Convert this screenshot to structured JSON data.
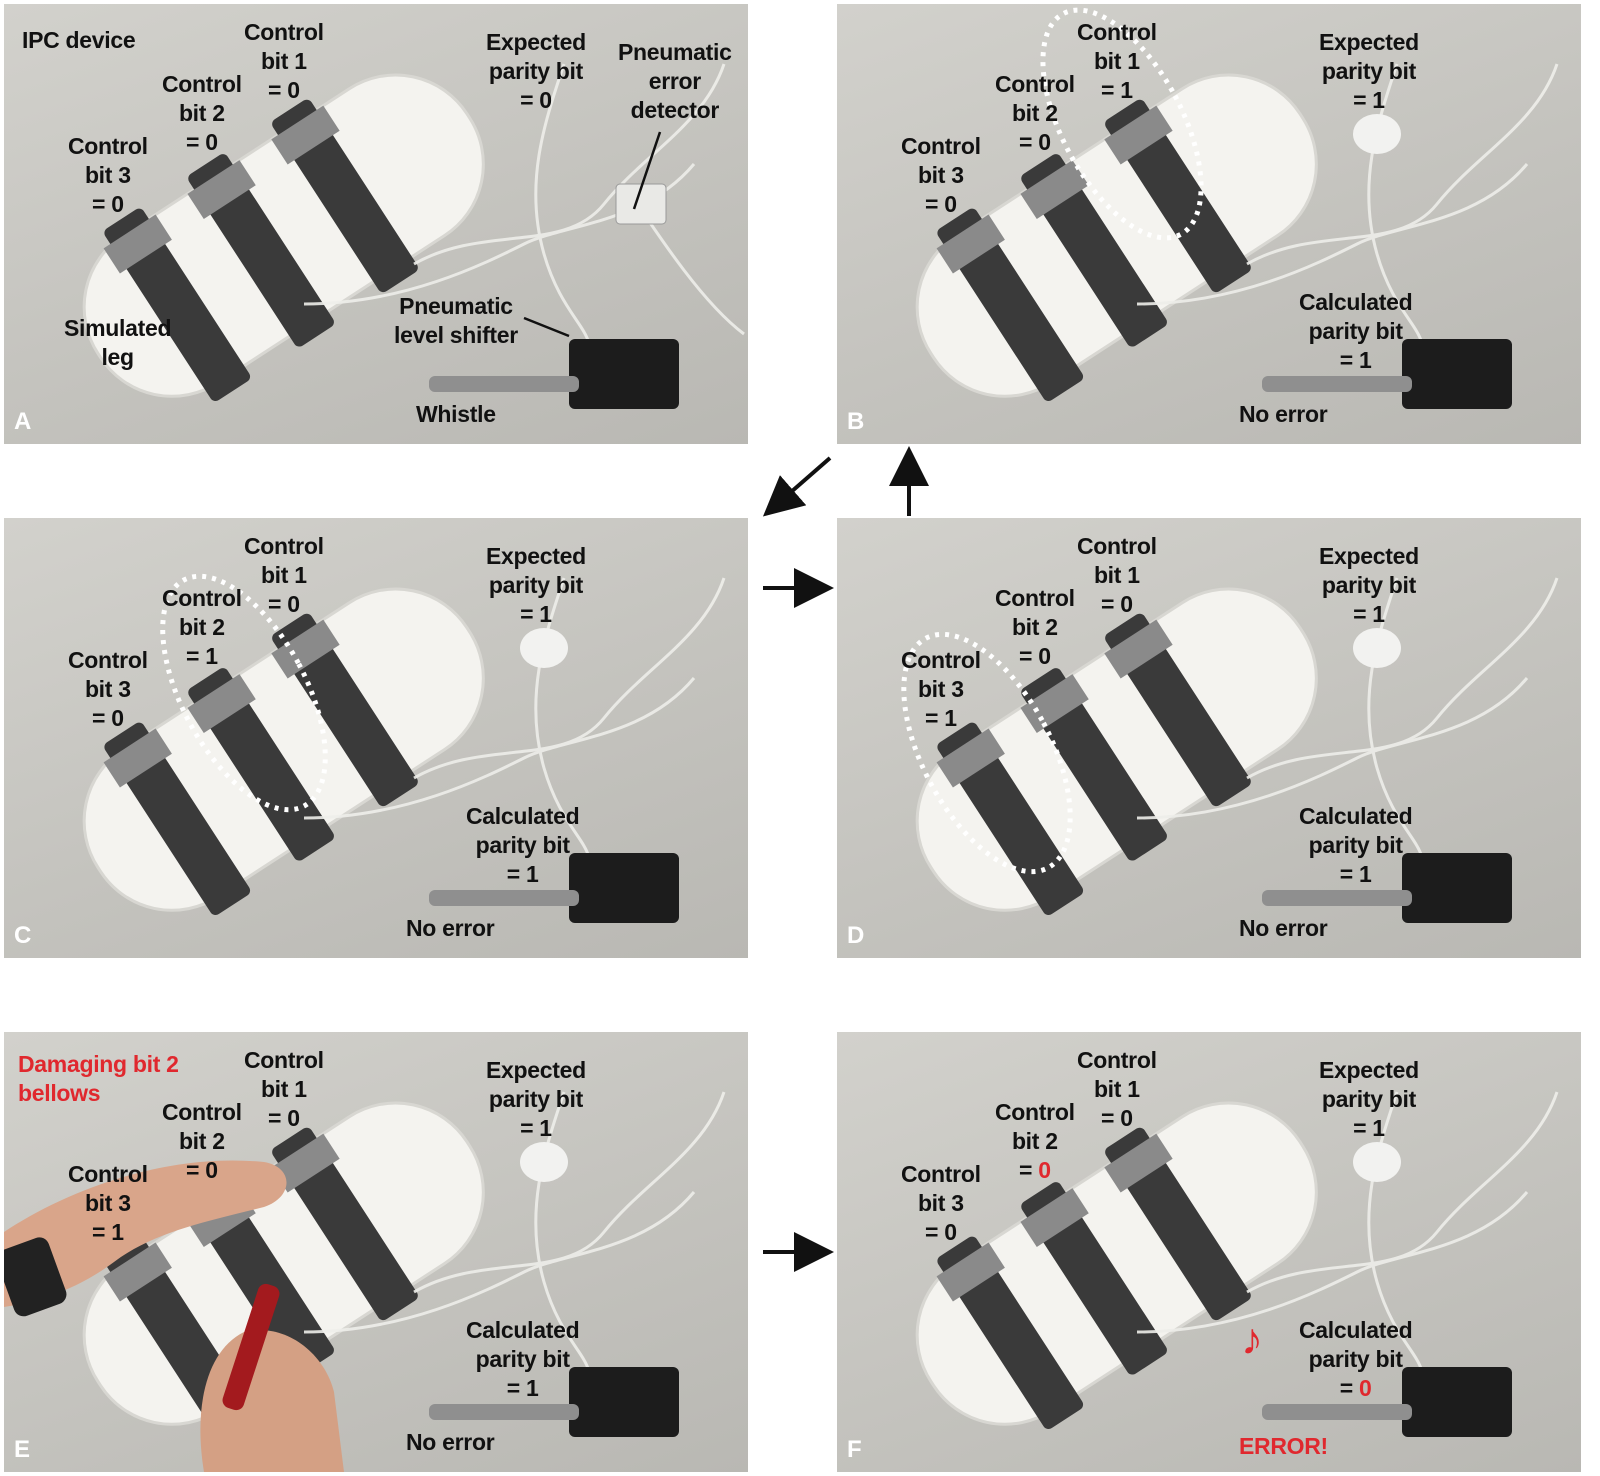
{
  "panels": {
    "A": {
      "letter": "A",
      "ipc": "IPC device",
      "bit1": [
        "Control",
        "bit 1",
        "= 0"
      ],
      "bit2": [
        "Control",
        "bit 2",
        "= 0"
      ],
      "bit3": [
        "Control",
        "bit 3",
        "= 0"
      ],
      "expected": [
        "Expected",
        "parity bit",
        "= 0"
      ],
      "detector": [
        "Pneumatic",
        "error",
        "detector"
      ],
      "shifter": [
        "Pneumatic",
        "level shifter"
      ],
      "leg": [
        "Simulated",
        "leg"
      ],
      "bottom": "Whistle"
    },
    "B": {
      "letter": "B",
      "bit1": [
        "Control",
        "bit 1",
        "= 1"
      ],
      "bit2": [
        "Control",
        "bit 2",
        "= 0"
      ],
      "bit3": [
        "Control",
        "bit 3",
        "= 0"
      ],
      "expected": [
        "Expected",
        "parity bit",
        "= 1"
      ],
      "calculated": [
        "Calculated",
        "parity bit",
        "= 1"
      ],
      "bottom": "No error"
    },
    "C": {
      "letter": "C",
      "bit1": [
        "Control",
        "bit 1",
        "= 0"
      ],
      "bit2": [
        "Control",
        "bit 2",
        "= 1"
      ],
      "bit3": [
        "Control",
        "bit 3",
        "= 0"
      ],
      "expected": [
        "Expected",
        "parity bit",
        "= 1"
      ],
      "calculated": [
        "Calculated",
        "parity bit",
        "= 1"
      ],
      "bottom": "No error"
    },
    "D": {
      "letter": "D",
      "bit1": [
        "Control",
        "bit 1",
        "= 0"
      ],
      "bit2": [
        "Control",
        "bit 2",
        "= 0"
      ],
      "bit3": [
        "Control",
        "bit 3",
        "= 1"
      ],
      "expected": [
        "Expected",
        "parity bit",
        "= 1"
      ],
      "calculated": [
        "Calculated",
        "parity bit",
        "= 1"
      ],
      "bottom": "No error"
    },
    "E": {
      "letter": "E",
      "damage": [
        "Damaging bit 2",
        "bellows"
      ],
      "bit1": [
        "Control",
        "bit 1",
        "= 0"
      ],
      "bit2": [
        "Control",
        "bit 2",
        "= 0"
      ],
      "bit3": [
        "Control",
        "bit 3",
        "= 1"
      ],
      "expected": [
        "Expected",
        "parity bit",
        "= 1"
      ],
      "calculated": [
        "Calculated",
        "parity bit",
        "= 1"
      ],
      "bottom": "No error"
    },
    "F": {
      "letter": "F",
      "bit1": [
        "Control",
        "bit 1",
        "= 0"
      ],
      "bit2": [
        "Control",
        "bit 2",
        "= ",
        "0"
      ],
      "bit3": [
        "Control",
        "bit 3",
        "= 0"
      ],
      "expected": [
        "Expected",
        "parity bit",
        "= 1"
      ],
      "calculated": [
        "Calculated",
        "parity bit",
        "= ",
        "0"
      ],
      "note": "♪",
      "bottom": "ERROR!"
    }
  },
  "colors": {
    "error_red": "#e0282e",
    "label": "#111111",
    "letter": "#ffffff"
  }
}
